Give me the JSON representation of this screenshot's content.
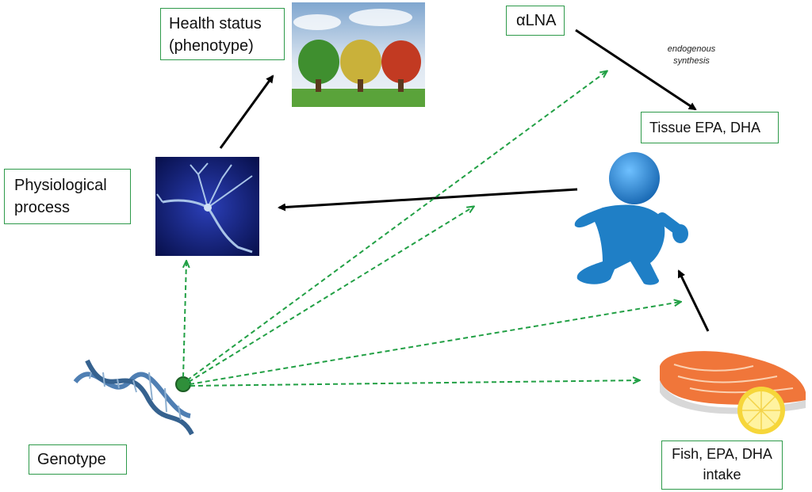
{
  "labels": {
    "health_status": [
      "Health status",
      "(phenotype)"
    ],
    "physiological": [
      "Physiological",
      "process"
    ],
    "genotype": "Genotype",
    "alna": "αLNA",
    "tissue": "Tissue EPA, DHA",
    "fish_intake": [
      "Fish, EPA, DHA",
      "intake"
    ],
    "endogenous": [
      "endogenous",
      "synthesis"
    ]
  },
  "colors": {
    "box_border": "#2e9a4a",
    "dashed_arrow": "#22a045",
    "solid_arrow": "#000000",
    "figure": "#1f7fc6"
  },
  "icons": [
    "tree-heads-image",
    "neuron-image",
    "dna-helix-icon",
    "person-figure-icon",
    "salmon-lemon-icon"
  ]
}
